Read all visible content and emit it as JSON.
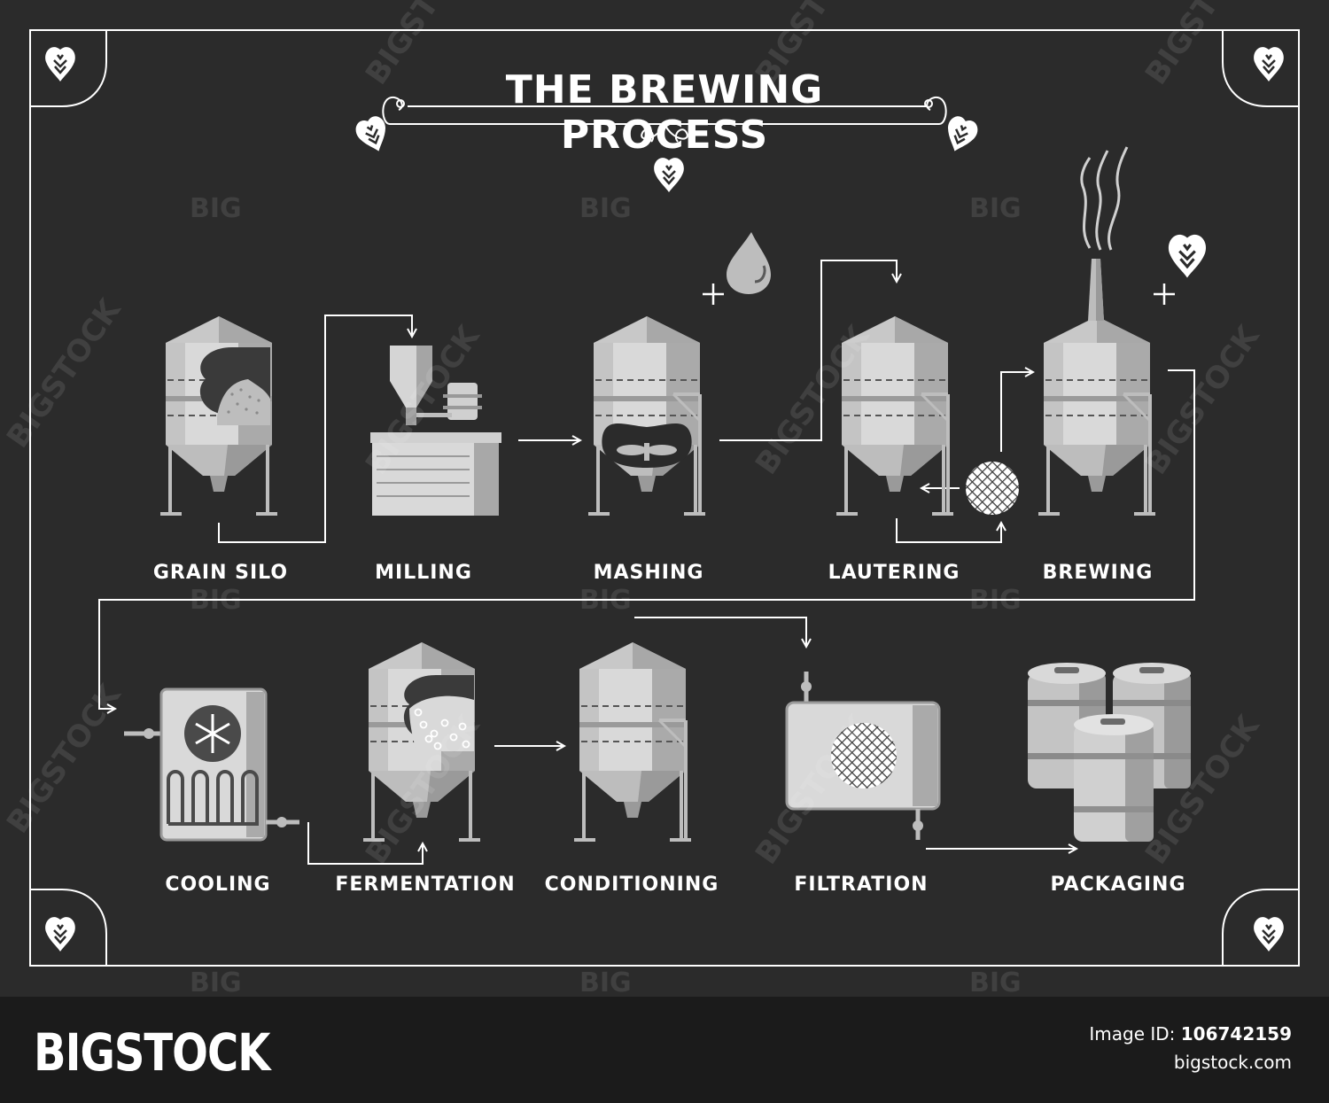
{
  "title": "THE BREWING PROCESS",
  "steps": {
    "grain_silo": "GRAIN SILO",
    "milling": "MILLING",
    "mashing": "MASHING",
    "lautering": "LAUTERING",
    "brewing": "BREWING",
    "cooling": "COOLING",
    "fermentation": "FERMENTATION",
    "conditioning": "CONDITIONING",
    "filtration": "FILTRATION",
    "packaging": "PACKAGING"
  },
  "icons": [
    "hop-icon",
    "water-drop-icon",
    "snowflake-icon",
    "plus-icon",
    "steam-icon",
    "arrow-icon"
  ],
  "watermark": {
    "big": "BIG",
    "bigstock": "BIGSTOCK"
  },
  "footer": {
    "brand": "BIGSTOCK",
    "image_id_label": "Image ID:",
    "image_id": "106742159",
    "site": "bigstock.com"
  },
  "colors": {
    "background": "#2b2b2b",
    "footer": "#1b1b1b",
    "line": "#ffffff",
    "metal_light": "#d9d9d9",
    "metal_mid": "#bdbdbd",
    "metal_dark": "#9a9a9a"
  }
}
